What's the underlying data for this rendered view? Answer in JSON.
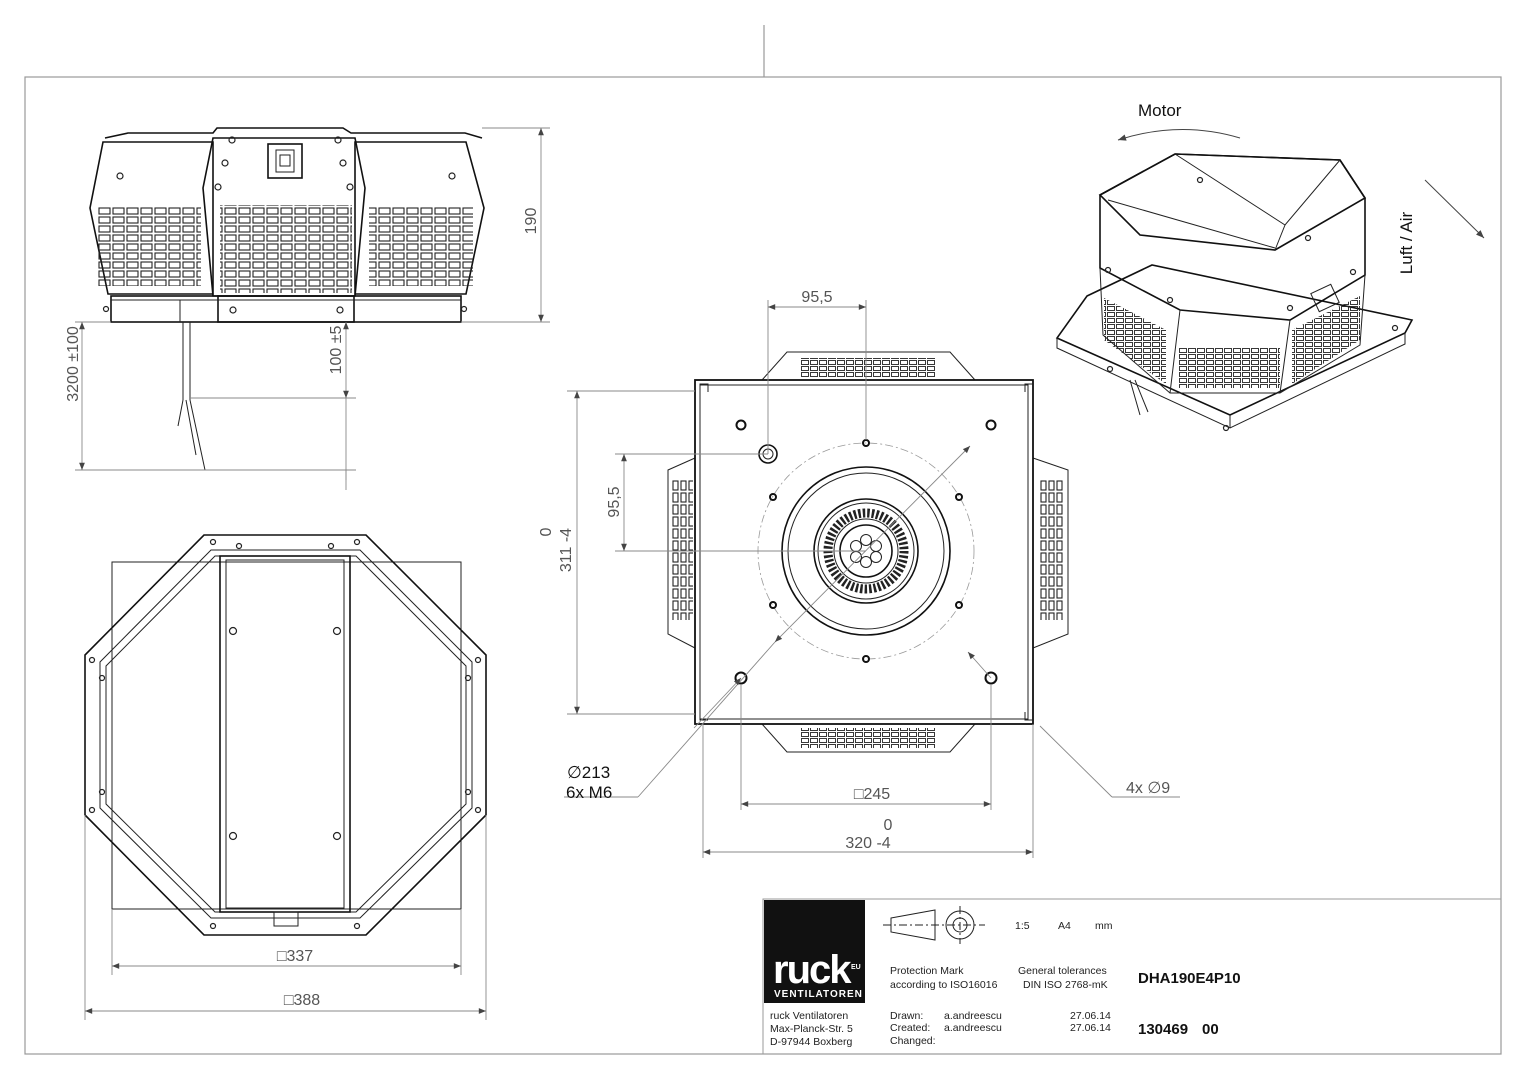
{
  "drawing": {
    "dimensions": {
      "front_height": "190",
      "cable_length": "3200 ±100",
      "cable_exit": "100 ±5",
      "side_inner": "□337",
      "side_outer": "□388",
      "hole_offset_x": "95,5",
      "hole_offset_y": "95,5",
      "base_height_top": "0",
      "base_height_bottom": "311 -4",
      "base_width_top": "0",
      "base_width_bottom": "320 -4",
      "hole_square": "□245",
      "bolt_circle_line1": "∅213",
      "bolt_circle_line2": "6x M6",
      "mount_holes": "4x ∅9"
    },
    "labels": {
      "motor": "Motor",
      "air": "Luft / Air"
    }
  },
  "title_block": {
    "logo_main": "ruck",
    "logo_eu": "EU",
    "logo_sub": "VENTILATOREN",
    "scale": "1:5",
    "format": "A4",
    "unit": "mm",
    "protection_line1": "Protection Mark",
    "protection_line2": "according to ISO16016",
    "tolerance_line1": "General tolerances",
    "tolerance_line2": "DIN ISO 2768-mK",
    "model": "DHA190E4P10",
    "company_name": "ruck Ventilatoren",
    "company_street": "Max-Planck-Str. 5",
    "company_city": "D-97944 Boxberg",
    "drawn_label": "Drawn:",
    "drawn_by": "a.andreescu",
    "drawn_date": "27.06.14",
    "created_label": "Created:",
    "created_by": "a.andreescu",
    "created_date": "27.06.14",
    "changed_label": "Changed:",
    "doc_number": "130469",
    "revision": "00"
  }
}
